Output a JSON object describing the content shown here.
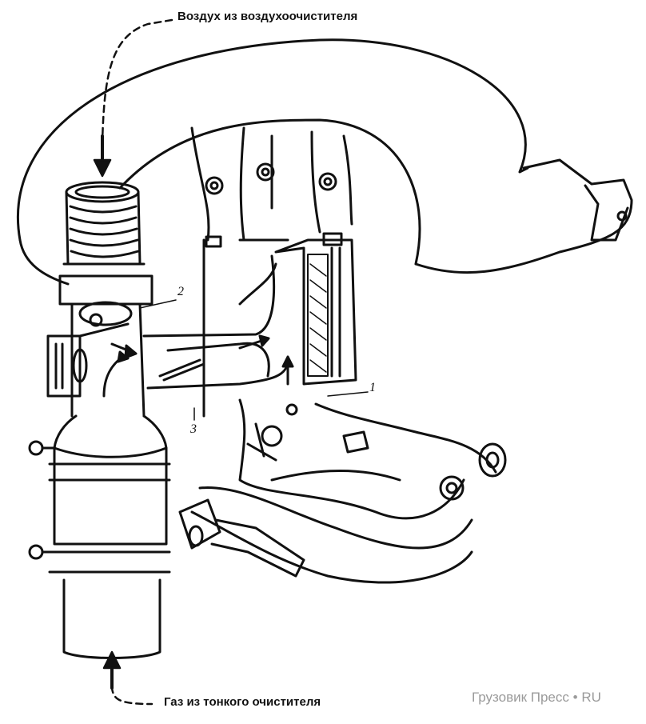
{
  "labels": {
    "top": "Воздух из воздухоочистителя",
    "bottom": "Газ из тонкого очистителя"
  },
  "callouts": {
    "one": "1",
    "two": "2",
    "three": "3"
  },
  "watermark": {
    "brand": "Грузовик Пресс",
    "dot": "•",
    "tld": "RU"
  }
}
